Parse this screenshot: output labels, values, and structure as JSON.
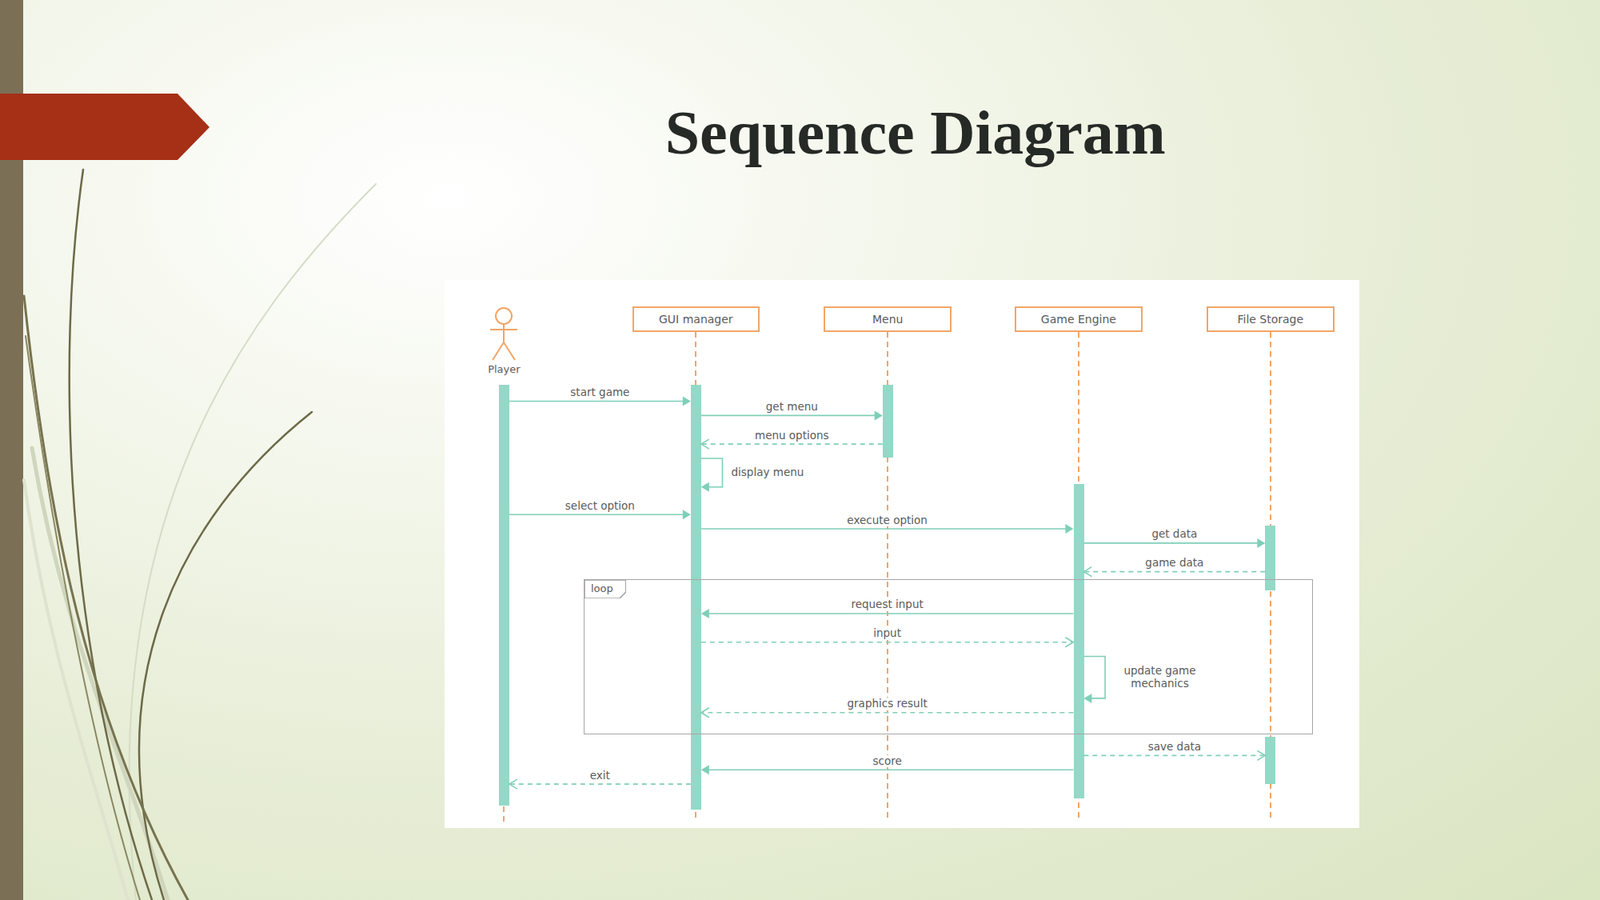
{
  "diagram": {
    "title": "Sequence Diagram",
    "nodes": [
      {
        "text": [
          "Player"
        ]
      },
      {
        "text": [
          "GUI manager"
        ]
      },
      {
        "text": [
          "Menu"
        ]
      },
      {
        "text": [
          "Game Engine"
        ]
      },
      {
        "text": [
          "File Storage"
        ]
      },
      {
        "text": [
          "loop"
        ]
      }
    ],
    "edges": [
      {
        "from": 0,
        "to": 1,
        "label": "start game",
        "arrow": "to"
      },
      {
        "from": 1,
        "to": 2,
        "label": "get menu",
        "arrow": "to"
      },
      {
        "from": 2,
        "to": 1,
        "label": "menu options",
        "arrow": "to"
      },
      {
        "from": 1,
        "to": 1,
        "label": "display menu",
        "arrow": "to"
      },
      {
        "from": 0,
        "to": 1,
        "label": "select option",
        "arrow": "to"
      },
      {
        "from": 1,
        "to": 3,
        "label": "execute option",
        "arrow": "to"
      },
      {
        "from": 3,
        "to": 4,
        "label": "get data",
        "arrow": "to"
      },
      {
        "from": 4,
        "to": 3,
        "label": "game data",
        "arrow": "to"
      },
      {
        "from": 3,
        "to": 1,
        "label": "request input",
        "arrow": "to"
      },
      {
        "from": 1,
        "to": 3,
        "label": "input",
        "arrow": "to"
      },
      {
        "from": 3,
        "to": 3,
        "label": "update game mechanics",
        "arrow": "to"
      },
      {
        "from": 3,
        "to": 1,
        "label": "graphics result",
        "arrow": "to"
      },
      {
        "from": 3,
        "to": 4,
        "label": "save data",
        "arrow": "to"
      },
      {
        "from": 3,
        "to": 1,
        "label": "score",
        "arrow": "to"
      },
      {
        "from": 1,
        "to": 0,
        "label": "exit",
        "arrow": "to"
      }
    ]
  }
}
